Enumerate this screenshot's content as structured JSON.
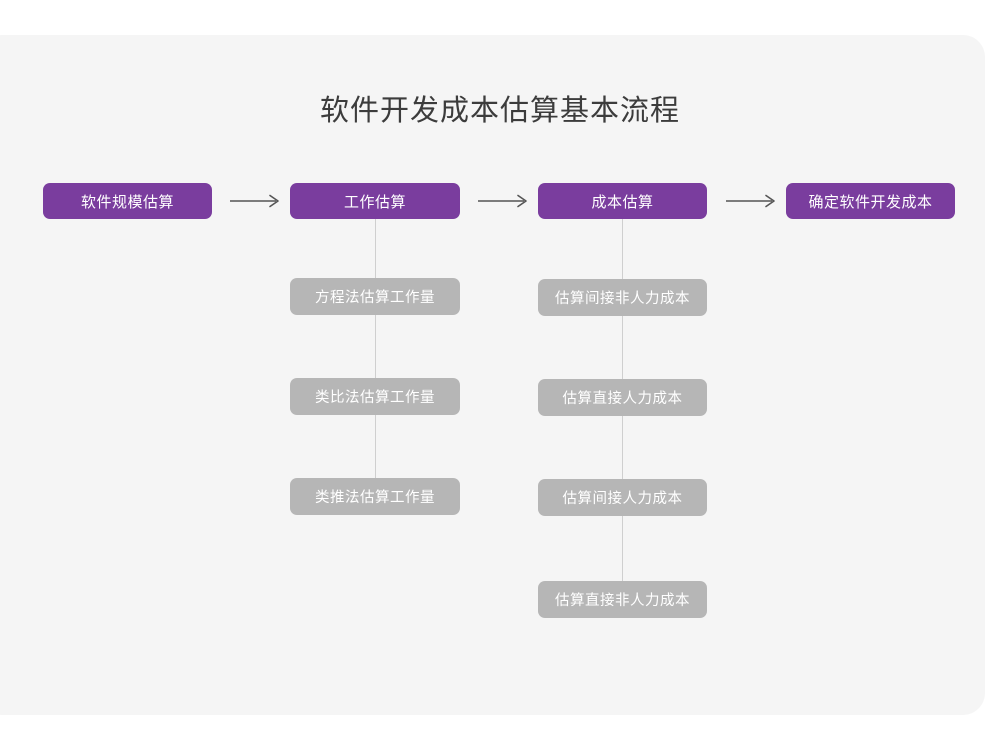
{
  "page": {
    "title": "软件开发成本估算基本流程",
    "background_color": "#ffffff",
    "card_color": "#f5f5f5"
  },
  "theme": {
    "primary_color": "#7a3d9e",
    "sub_color": "#b6b6b6",
    "line_color": "#cfcfcf",
    "title_color": "#3c3c3c",
    "node_text_color": "#ffffff"
  },
  "chart_data": {
    "type": "diagram",
    "title": "软件开发成本估算基本流程",
    "orientation": "left-to-right",
    "main_flow": [
      {
        "id": "step1",
        "label": "软件规模估算"
      },
      {
        "id": "step2",
        "label": "工作估算"
      },
      {
        "id": "step3",
        "label": "成本估算"
      },
      {
        "id": "step4",
        "label": "确定软件开发成本"
      }
    ],
    "connectors": [
      {
        "from": "step1",
        "to": "step2",
        "glyph": "arrow-right"
      },
      {
        "from": "step2",
        "to": "step3",
        "glyph": "arrow-right"
      },
      {
        "from": "step3",
        "to": "step4",
        "glyph": "arrow-right"
      }
    ],
    "branches": [
      {
        "parent": "step2",
        "children": [
          {
            "label": "方程法估算工作量"
          },
          {
            "label": "类比法估算工作量"
          },
          {
            "label": "类推法估算工作量"
          }
        ]
      },
      {
        "parent": "step3",
        "children": [
          {
            "label": "估算间接非人力成本"
          },
          {
            "label": "估算直接人力成本"
          },
          {
            "label": "估算间接人力成本"
          },
          {
            "label": "估算直接非人力成本"
          }
        ]
      }
    ]
  }
}
